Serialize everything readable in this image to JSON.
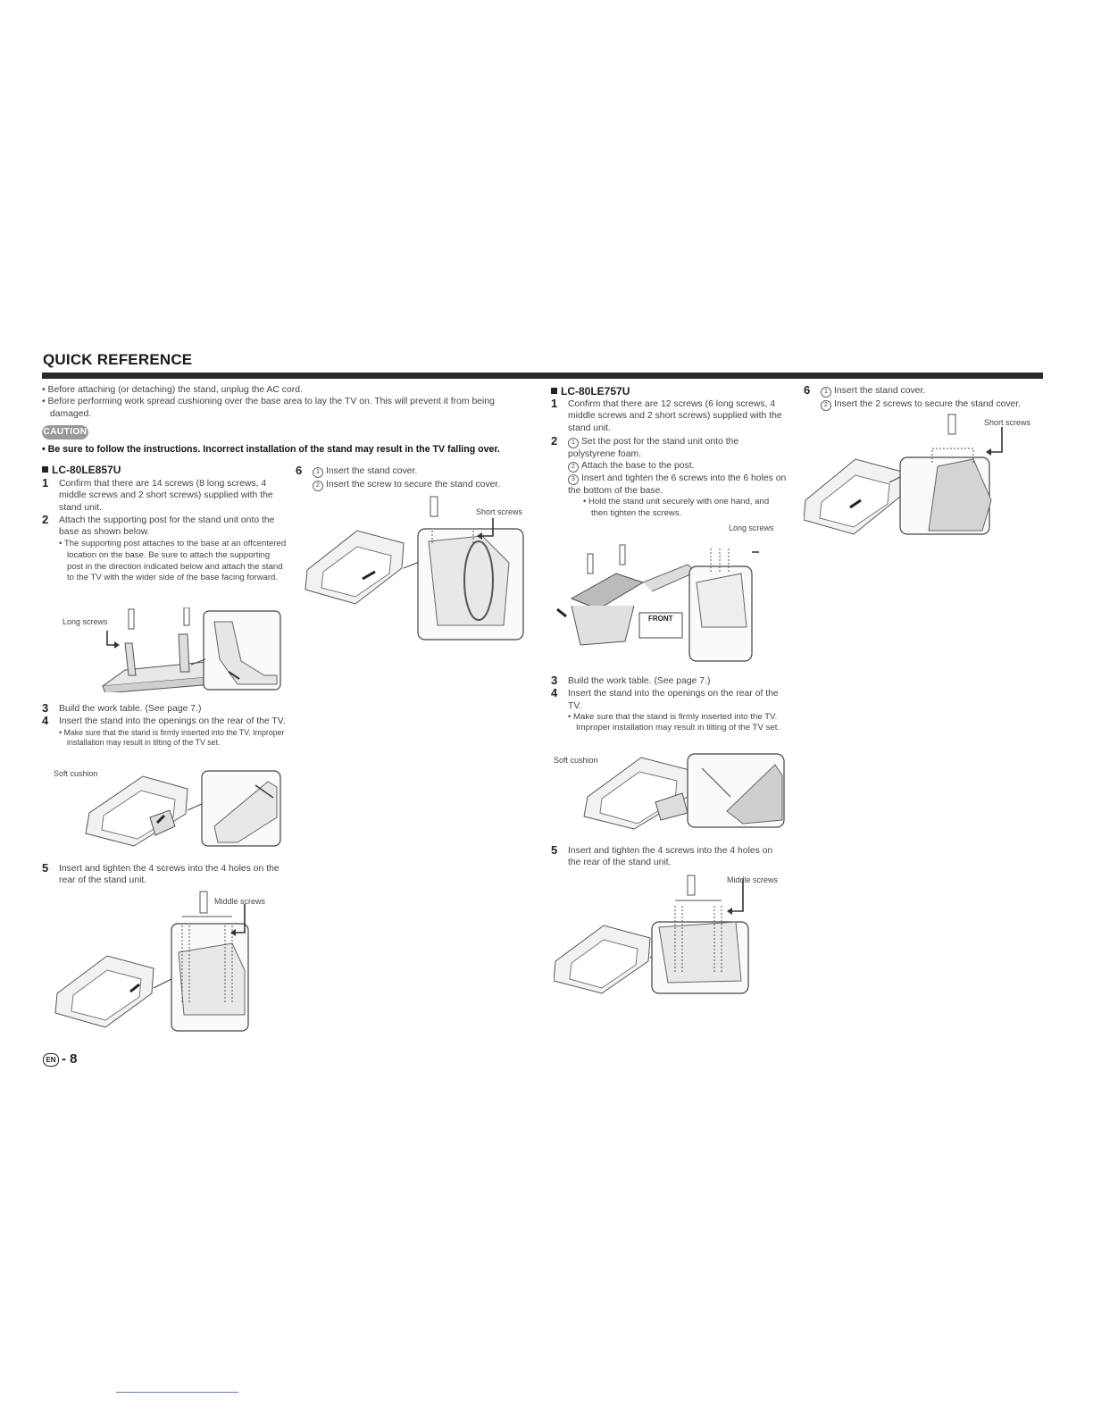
{
  "header": {
    "title": "QUICK REFERENCE"
  },
  "intro": {
    "bullets": [
      "Before attaching (or detaching) the stand, unplug the AC cord.",
      "Before performing work spread cushioning over the base area to lay the TV on. This will prevent it from being damaged."
    ],
    "caution_badge": "CAUTION",
    "warning": "• Be sure to follow the instructions. Incorrect installation of the stand may result in the TV falling over."
  },
  "model1": {
    "name": "LC-80LE857U",
    "step1": "Confirm that there are 14 screws (8 long screws, 4 middle screws and 2 short screws) supplied with the stand unit.",
    "step2": "Attach the supporting post for the stand unit onto the base as shown below.",
    "step2_sub": "• The supporting post attaches to the base at an offcentered location on the base. Be sure to attach the supporting post in the direction indicated below and attach the stand to the TV with the wider side of the base facing forward.",
    "fig_long_screws": "Long screws",
    "step3": "Build the work table. (See page 7.)",
    "step4": "Insert the stand into the openings on the rear of the TV.",
    "step4_sub": "• Make sure that the stand is firmly inserted into the TV. Improper installation may result in tilting of the TV set.",
    "fig_soft_cushion": "Soft cushion",
    "step5": "Insert and tighten the 4 screws into the 4 holes on the rear of the stand unit.",
    "fig_middle_screws": "Middle screws",
    "step6_a": "Insert the stand cover.",
    "step6_b": "Insert the screw to secure the stand cover.",
    "fig_short_screws": "Short screws"
  },
  "model2": {
    "name": "LC-80LE757U",
    "step1": "Confirm that there are 12 screws (6 long screws, 4 middle screws and 2 short screws) supplied with the stand unit.",
    "step2_a": "Set the post for the stand unit onto the polystyrene foam.",
    "step2_b": "Attach the base to the post.",
    "step2_c": "Insert and tighten the 6 screws into the 6 holes on the bottom of the base.",
    "step2_sub": "• Hold the stand unit securely with one hand, and then tighten the screws.",
    "fig_long_screws": "Long screws",
    "fig_front": "FRONT",
    "step3": "Build the work table. (See page 7.)",
    "step4": "Insert the stand into the openings on the rear of the TV.",
    "step4_sub": "• Make sure that the stand is firmly inserted into the TV. Improper installation may result in tilting of the TV set.",
    "fig_soft_cushion": "Soft cushion",
    "step5": "Insert and tighten the 4 screws into the 4 holes on the rear of the stand unit.",
    "fig_middle_screws": "Middle screws",
    "step6_a": "Insert the stand cover.",
    "step6_b": "Insert the 2 screws to secure the stand cover.",
    "fig_short_screws": "Short screws"
  },
  "steps": {
    "n1": "1",
    "n2": "2",
    "n3": "3",
    "n4": "4",
    "n5": "5",
    "n6": "6"
  },
  "circled": {
    "c1": "1",
    "c2": "2",
    "c3": "3"
  },
  "footer": {
    "lang": "EN",
    "page": "- 8"
  }
}
